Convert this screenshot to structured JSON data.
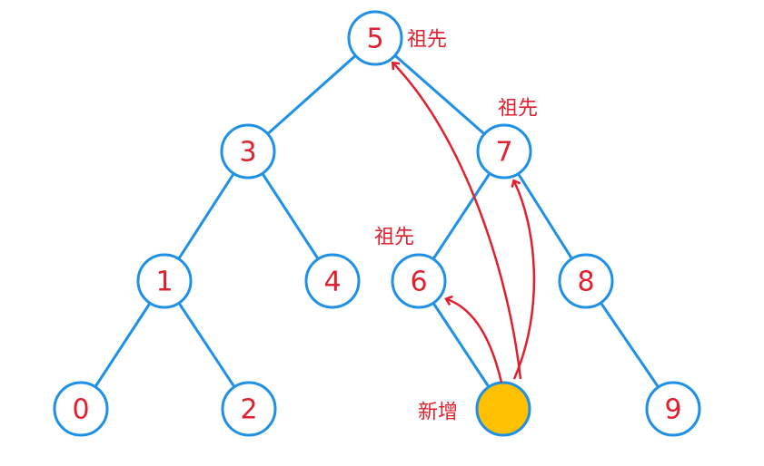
{
  "colors": {
    "edge": "#1e90e6",
    "text": "#e0202e",
    "new_node_fill": "#ffc000"
  },
  "tree": {
    "nodes": [
      {
        "id": "n5",
        "label": "5"
      },
      {
        "id": "n3",
        "label": "3"
      },
      {
        "id": "n7",
        "label": "7"
      },
      {
        "id": "n1",
        "label": "1"
      },
      {
        "id": "n4",
        "label": "4"
      },
      {
        "id": "n6",
        "label": "6"
      },
      {
        "id": "n8",
        "label": "8"
      },
      {
        "id": "n0",
        "label": "0"
      },
      {
        "id": "n2",
        "label": "2"
      },
      {
        "id": "nNew",
        "label": ""
      },
      {
        "id": "n9",
        "label": "9"
      }
    ],
    "edges": [
      [
        "n5",
        "n3"
      ],
      [
        "n5",
        "n7"
      ],
      [
        "n3",
        "n1"
      ],
      [
        "n3",
        "n4"
      ],
      [
        "n7",
        "n6"
      ],
      [
        "n7",
        "n8"
      ],
      [
        "n1",
        "n0"
      ],
      [
        "n1",
        "n2"
      ],
      [
        "n6",
        "nNew"
      ],
      [
        "n8",
        "n9"
      ]
    ]
  },
  "annotations": {
    "ancestor_5": "祖先",
    "ancestor_7": "祖先",
    "ancestor_6": "祖先",
    "new_node": "新增"
  },
  "arrows": [
    {
      "from": "nNew",
      "to": "n6"
    },
    {
      "from": "nNew",
      "to": "n7"
    },
    {
      "from": "nNew",
      "to": "n5"
    }
  ]
}
